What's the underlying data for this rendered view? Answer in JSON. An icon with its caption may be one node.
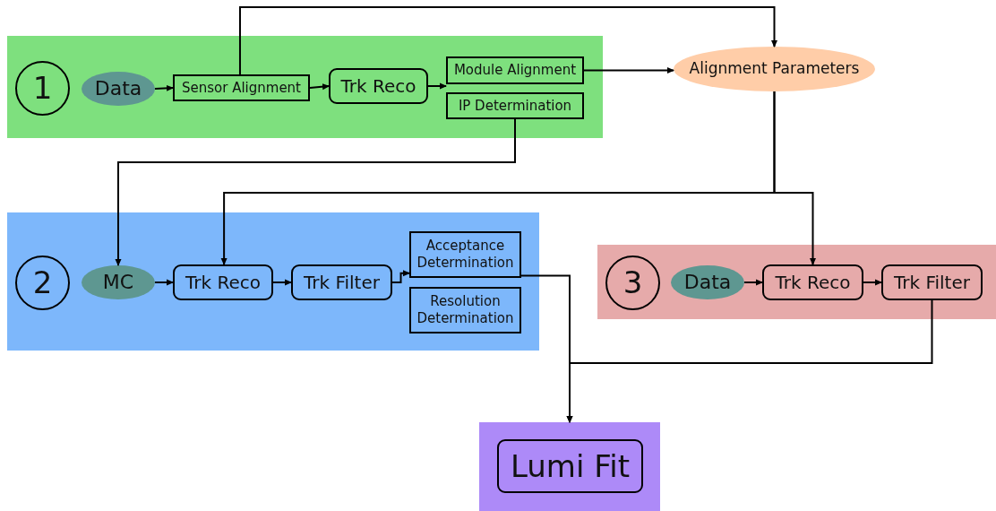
{
  "diagram": {
    "nodes": [
      {
        "text": [],
        "shape": "box"
      },
      {
        "text": [
          "1"
        ],
        "in": 0
      },
      {
        "text": [
          "Data"
        ],
        "in": 0
      },
      {
        "text": [
          "Sensor Alignment"
        ],
        "in": 0
      },
      {
        "text": [
          "Trk Reco"
        ],
        "in": 0
      },
      {
        "text": [
          "Module Alignment"
        ],
        "in": 0
      },
      {
        "text": [
          "IP Determination"
        ],
        "in": 0
      },
      {
        "text": [
          "Alignment Parameters"
        ]
      },
      {
        "text": [],
        "shape": "box"
      },
      {
        "text": [
          "2"
        ],
        "in": 8
      },
      {
        "text": [
          "MC"
        ],
        "in": 8
      },
      {
        "text": [
          "Trk Reco"
        ],
        "in": 8
      },
      {
        "text": [
          "Trk Filter"
        ],
        "in": 8
      },
      {
        "text": [
          "Acceptance Determination"
        ],
        "in": 8
      },
      {
        "text": [
          "Resolution Determination"
        ],
        "in": 8
      },
      {
        "text": [],
        "shape": "box"
      },
      {
        "text": [
          "3"
        ],
        "in": 15
      },
      {
        "text": [
          "Data"
        ],
        "in": 15
      },
      {
        "text": [
          "Trk Reco"
        ],
        "in": 15
      },
      {
        "text": [
          "Trk Filter"
        ],
        "in": 15
      },
      {
        "text": [],
        "shape": "box"
      },
      {
        "text": [
          "Lumi Fit"
        ],
        "in": 20
      }
    ],
    "edges": [
      {
        "from": 2,
        "to": 3,
        "arrow": "to"
      },
      {
        "from": 3,
        "to": 4,
        "arrow": "to"
      },
      {
        "from": 4,
        "to": 5,
        "arrow": "to"
      },
      {
        "from": 3,
        "to": 7,
        "arrow": "to"
      },
      {
        "from": 5,
        "to": 7,
        "arrow": "to"
      },
      {
        "from": 6,
        "to": 10,
        "arrow": "to"
      },
      {
        "from": 7,
        "to": 11,
        "arrow": "to"
      },
      {
        "from": 7,
        "to": 18,
        "arrow": "to"
      },
      {
        "from": 10,
        "to": 11,
        "arrow": "to"
      },
      {
        "from": 11,
        "to": 12,
        "arrow": "to"
      },
      {
        "from": 12,
        "to": 13,
        "arrow": "to"
      },
      {
        "from": 13,
        "to": 20,
        "arrow": "to"
      },
      {
        "from": 19,
        "to": 20,
        "arrow": "to"
      },
      {
        "from": 17,
        "to": 18,
        "arrow": "to"
      },
      {
        "from": 18,
        "to": 19,
        "arrow": "to"
      }
    ]
  }
}
